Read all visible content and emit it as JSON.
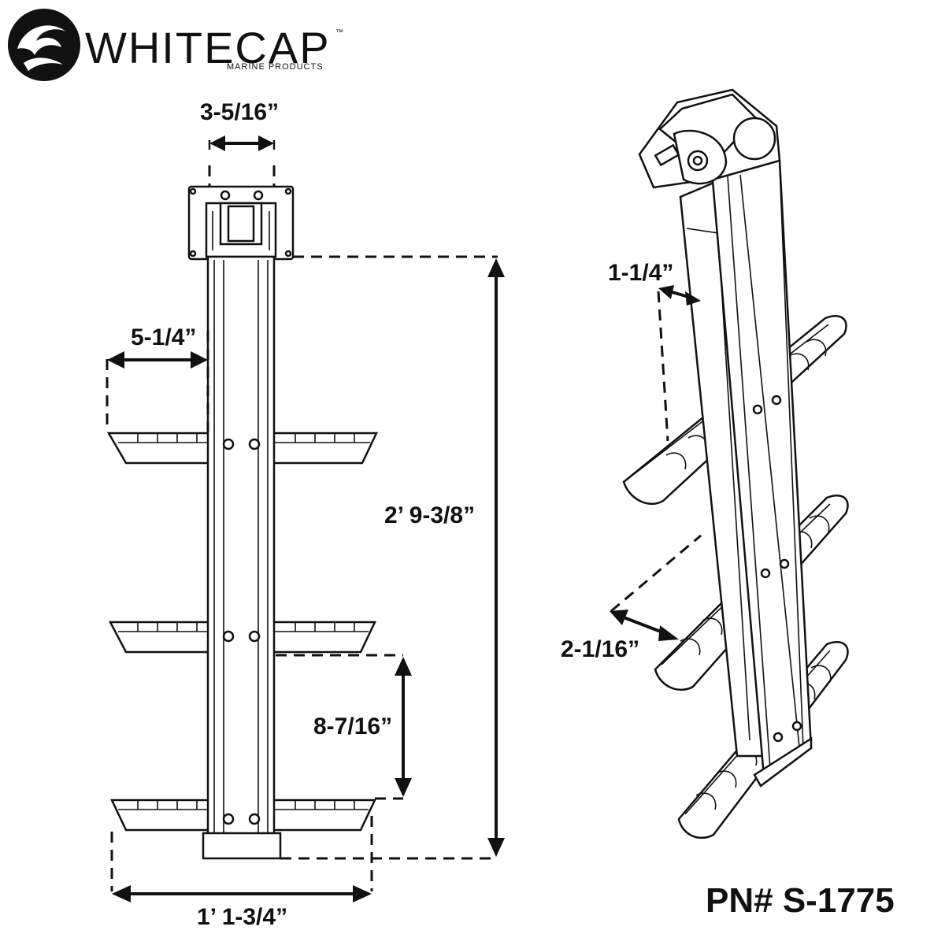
{
  "brand": {
    "name": "WHITECAP",
    "trademark": "™",
    "tagline": "MARINE PRODUCTS"
  },
  "part_number": "PN# S-1775",
  "dimensions": {
    "top_width": "3-5/16”",
    "step_depth": "5-1/4”",
    "total_height": "2’ 9-3/8”",
    "step_spacing": "8-7/16”",
    "overall_width": "1’ 1-3/4”",
    "rail_width": "1-1/4”",
    "step_tread": "2-1/16”"
  },
  "colors": {
    "ink": "#111111",
    "background": "#ffffff"
  }
}
